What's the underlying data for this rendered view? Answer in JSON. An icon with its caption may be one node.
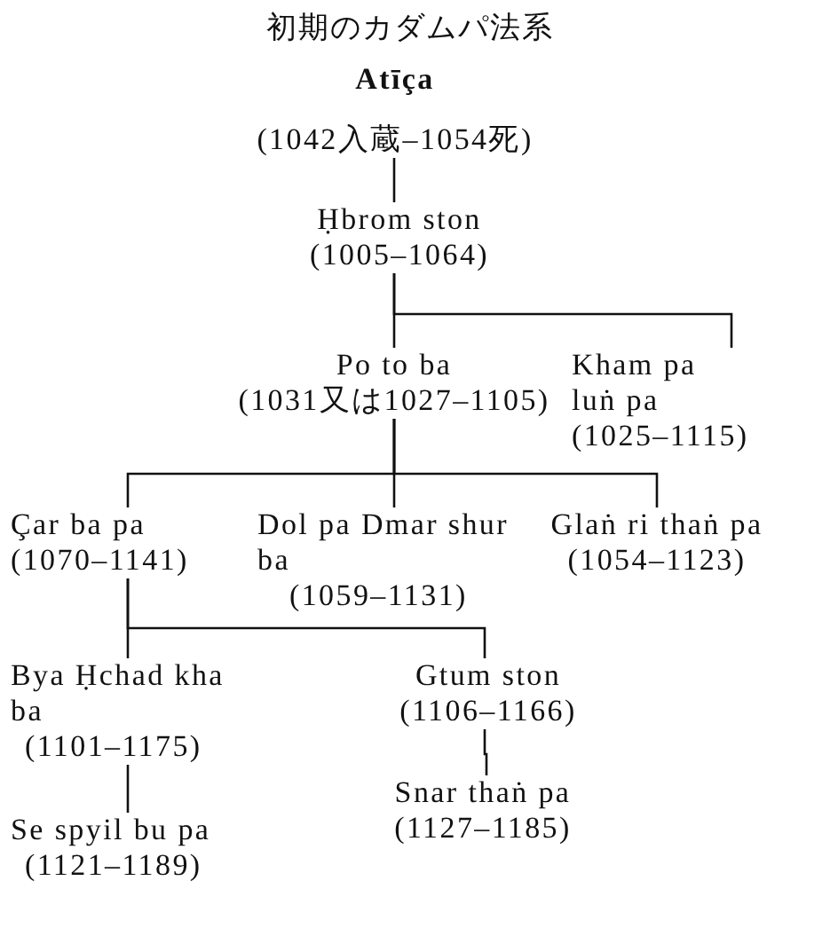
{
  "diagram": {
    "title": "初期のカダムパ法系",
    "nodes": [
      {
        "text": [
          "Atīça",
          "(1042入蔵–1054死)"
        ]
      },
      {
        "text": [
          "Ḥbrom ston",
          "(1005–1064)"
        ]
      },
      {
        "text": [
          "Po to ba",
          "(1031又は1027–1105)"
        ]
      },
      {
        "text": [
          "Kham pa luṅ pa",
          "(1025–1115)"
        ]
      },
      {
        "text": [
          "Çar ba pa",
          "(1070–1141)"
        ]
      },
      {
        "text": [
          "Dol pa Dmar shur ba",
          "(1059–1131)"
        ]
      },
      {
        "text": [
          "Glaṅ ri thaṅ pa",
          "(1054–1123)"
        ]
      },
      {
        "text": [
          "Bya Ḥchad kha ba",
          "(1101–1175)"
        ]
      },
      {
        "text": [
          "Gtum ston",
          "(1106–1166)"
        ]
      },
      {
        "text": [
          "Se spyil bu pa",
          "(1121–1189)"
        ]
      },
      {
        "text": [
          "Snar thaṅ pa",
          "(1127–1185)"
        ]
      }
    ],
    "edges": [
      {
        "from": 0,
        "to": 1,
        "arrow": "none"
      },
      {
        "from": 1,
        "to": 2,
        "arrow": "none"
      },
      {
        "from": 1,
        "to": 3,
        "arrow": "none"
      },
      {
        "from": 2,
        "to": 4,
        "arrow": "none"
      },
      {
        "from": 2,
        "to": 5,
        "arrow": "none"
      },
      {
        "from": 2,
        "to": 6,
        "arrow": "none"
      },
      {
        "from": 4,
        "to": 7,
        "arrow": "none"
      },
      {
        "from": 4,
        "to": 8,
        "arrow": "none"
      },
      {
        "from": 7,
        "to": 9,
        "arrow": "none"
      },
      {
        "from": 8,
        "to": 10,
        "arrow": "none"
      }
    ]
  }
}
